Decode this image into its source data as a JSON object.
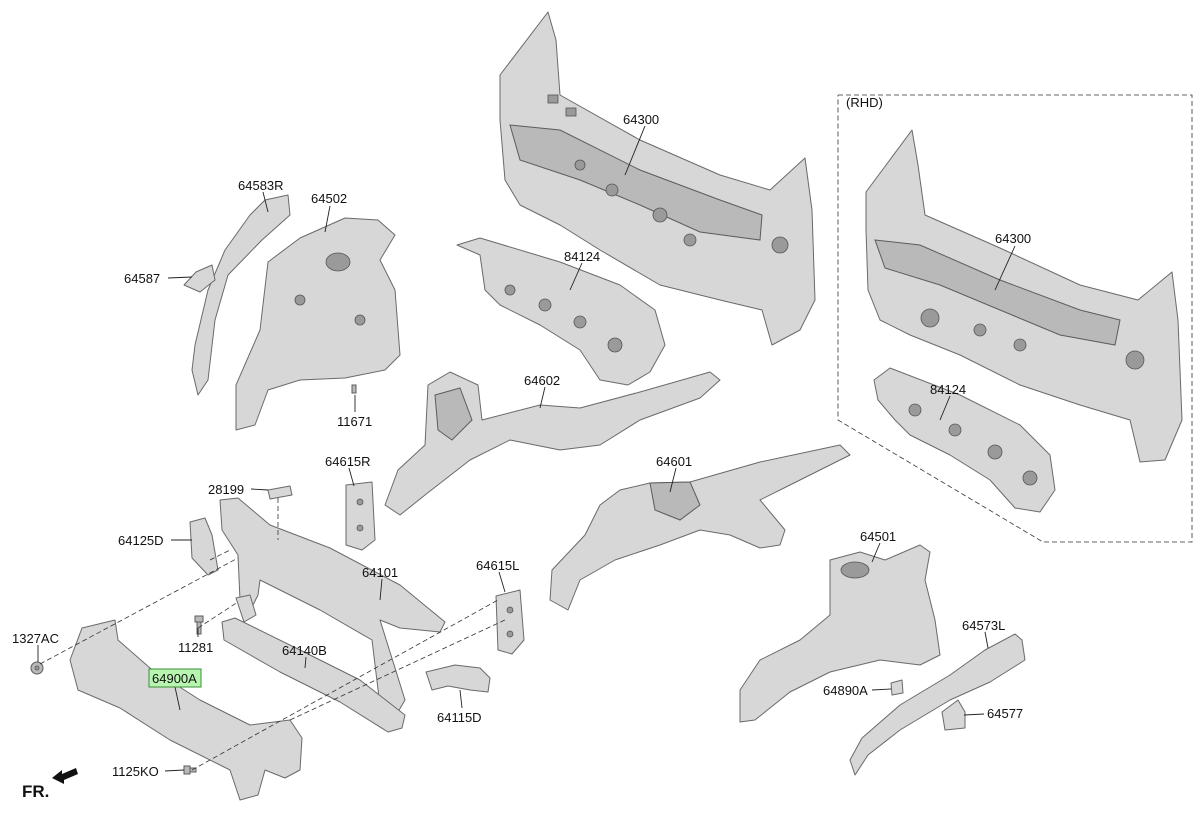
{
  "labels": {
    "p64300": "64300",
    "p64300_rhd": "64300",
    "p84124": "84124",
    "p84124_rhd": "84124",
    "p64583R": "64583R",
    "p64502": "64502",
    "p64587": "64587",
    "p11671": "11671",
    "p64602": "64602",
    "p64615R": "64615R",
    "p28199": "28199",
    "p64601": "64601",
    "p64125D": "64125D",
    "p64101": "64101",
    "p64615L": "64615L",
    "p1327AC": "1327AC",
    "p11281": "11281",
    "p64140B": "64140B",
    "p64900A": "64900A",
    "p64115D": "64115D",
    "p1125KO": "1125KO",
    "p64501": "64501",
    "p64573L": "64573L",
    "p64890A": "64890A",
    "p64577": "64577"
  },
  "rhd_box": {
    "caption": "(RHD)"
  },
  "front_indicator": {
    "text": "FR."
  },
  "highlight": {
    "part": "64900A",
    "color": "#b7f5b0"
  }
}
